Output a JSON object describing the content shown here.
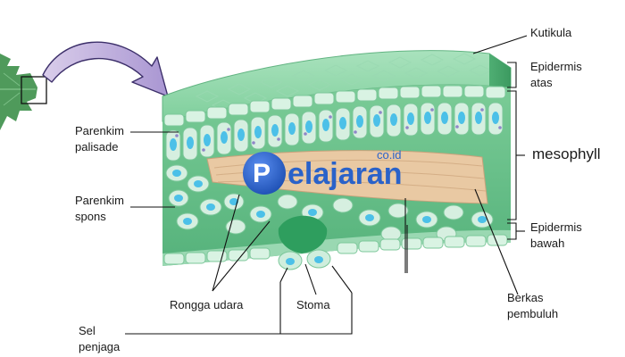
{
  "labels": {
    "kutikula": "Kutikula",
    "epidermis_atas": "Epidermis\natas",
    "mesophyll": "mesophyll",
    "epidermis_bawah": "Epidermis\nbawah",
    "berkas_pembuluh": "Berkas\npembuluh",
    "parenkim_palisade": "Parenkim\npalisade",
    "parenkim_spons": "Parenkim\nspons",
    "rongga_udara": "Rongga udara",
    "stoma": "Stoma",
    "sel_penjaga": "Sel\npenjaga"
  },
  "watermark": {
    "logo_letter": "P",
    "text": "elajaran",
    "suffix": "co.id"
  },
  "colors": {
    "cuticle": "#8fd6a6",
    "epidermis_cell": "#d9f3e3",
    "epidermis_border": "#7cc79a",
    "leaf_tissue": "#5fb982",
    "palisade_fill": "#d6efe0",
    "nucleus": "#4cc0e8",
    "chloroplast": "#8f86c8",
    "vascular": "#e9c9a3",
    "air_space": "#2e9e5e",
    "arrow": "#b9a6d9",
    "watermark": "#2a62c9",
    "line": "#111111"
  }
}
